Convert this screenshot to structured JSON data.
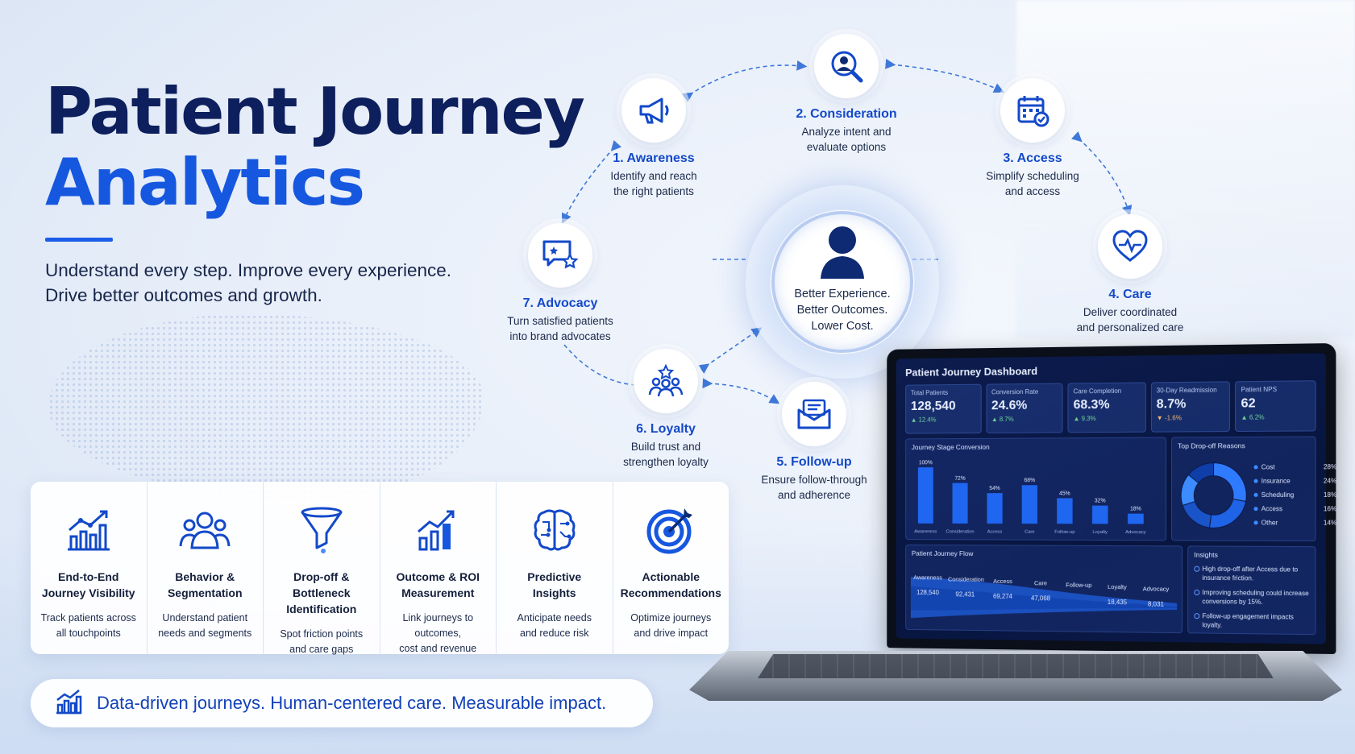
{
  "title": {
    "line1": "Patient Journey",
    "line2": "Analytics"
  },
  "tagline": {
    "line1": "Understand every step. Improve every experience.",
    "line2": "Drive better outcomes and growth."
  },
  "center": {
    "line1": "Better Experience.",
    "line2": "Better Outcomes.",
    "line3": "Lower Cost."
  },
  "stages": [
    {
      "label": "1. Awareness",
      "desc1": "Identify and reach",
      "desc2": "the right patients",
      "icon": "megaphone-icon"
    },
    {
      "label": "2. Consideration",
      "desc1": "Analyze intent and",
      "desc2": "evaluate options",
      "icon": "person-search-icon"
    },
    {
      "label": "3. Access",
      "desc1": "Simplify scheduling",
      "desc2": "and access",
      "icon": "calendar-check-icon"
    },
    {
      "label": "4. Care",
      "desc1": "Deliver coordinated",
      "desc2": "and personalized care",
      "icon": "heart-pulse-icon"
    },
    {
      "label": "5. Follow-up",
      "desc1": "Ensure follow-through",
      "desc2": "and adherence",
      "icon": "envelope-icon"
    },
    {
      "label": "6. Loyalty",
      "desc1": "Build trust and",
      "desc2": "strengthen loyalty",
      "icon": "group-star-icon"
    },
    {
      "label": "7. Advocacy",
      "desc1": "Turn satisfied patients",
      "desc2": "into brand advocates",
      "icon": "review-stars-icon"
    }
  ],
  "features": [
    {
      "t1": "End-to-End",
      "t2": "Journey Visibility",
      "d1": "Track patients across",
      "d2": "all touchpoints",
      "icon": "line-chart-icon"
    },
    {
      "t1": "Behavior &",
      "t2": "Segmentation",
      "d1": "Understand patient",
      "d2": "needs and segments",
      "icon": "users-icon"
    },
    {
      "t1": "Drop-off & Bottleneck",
      "t2": "Identification",
      "d1": "Spot friction points",
      "d2": "and care gaps",
      "icon": "funnel-icon"
    },
    {
      "t1": "Outcome & ROI",
      "t2": "Measurement",
      "d1": "Link journeys to outcomes,",
      "d2": "cost and revenue",
      "icon": "growth-bars-icon"
    },
    {
      "t1": "Predictive",
      "t2": "Insights",
      "d1": "Anticipate needs",
      "d2": "and reduce risk",
      "icon": "brain-circuit-icon"
    },
    {
      "t1": "Actionable",
      "t2": "Recommendations",
      "d1": "Optimize journeys",
      "d2": "and drive impact",
      "icon": "target-icon"
    }
  ],
  "footer": {
    "text": "Data-driven journeys. Human-centered care. Measurable impact."
  },
  "dashboard": {
    "title": "Patient Journey Dashboard",
    "kpis": [
      {
        "label": "Total Patients",
        "value": "128,540",
        "delta": "▲ 12.4%"
      },
      {
        "label": "Conversion Rate",
        "value": "24.6%",
        "delta": "▲ 8.7%"
      },
      {
        "label": "Care Completion",
        "value": "68.3%",
        "delta": "▲ 9.3%"
      },
      {
        "label": "30-Day Readmission",
        "value": "8.7%",
        "delta": "▼ -1.6%"
      },
      {
        "label": "Patient NPS",
        "value": "62",
        "delta": "▲ 6.2%"
      }
    ],
    "conversion": {
      "title": "Journey Stage Conversion",
      "categories": [
        "Awareness",
        "Consideration",
        "Access",
        "Care",
        "Follow-up",
        "Loyalty",
        "Advocacy"
      ],
      "values": [
        100,
        72,
        54,
        68,
        45,
        32,
        18
      ],
      "labels": [
        "100%",
        "72%",
        "54%",
        "68%",
        "45%",
        "32%",
        "18%"
      ]
    },
    "dropoff": {
      "title": "Top Drop-off Reasons",
      "items": [
        {
          "name": "Cost",
          "pct": "28%",
          "value": 28
        },
        {
          "name": "Insurance",
          "pct": "24%",
          "value": 24
        },
        {
          "name": "Scheduling",
          "pct": "18%",
          "value": 18
        },
        {
          "name": "Access",
          "pct": "16%",
          "value": 16
        },
        {
          "name": "Other",
          "pct": "14%",
          "value": 14
        }
      ]
    },
    "flow": {
      "title": "Patient Journey Flow",
      "stages": [
        {
          "name": "Awareness",
          "value": "128,540"
        },
        {
          "name": "Consideration",
          "value": "92,431"
        },
        {
          "name": "Access",
          "value": "69,274"
        },
        {
          "name": "Care",
          "value": "47,068"
        },
        {
          "name": "Follow-up",
          "value": ""
        },
        {
          "name": "Loyalty",
          "value": "18,435"
        },
        {
          "name": "Advocacy",
          "value": "8,031"
        }
      ]
    },
    "insights": {
      "title": "Insights",
      "items": [
        "High drop-off after Access due to insurance friction.",
        "Improving scheduling could increase conversions by 15%.",
        "Follow-up engagement impacts loyalty."
      ]
    }
  },
  "colors": {
    "navy": "#0d1f5c",
    "accent": "#1657e0",
    "stage_label": "#1349c9"
  }
}
